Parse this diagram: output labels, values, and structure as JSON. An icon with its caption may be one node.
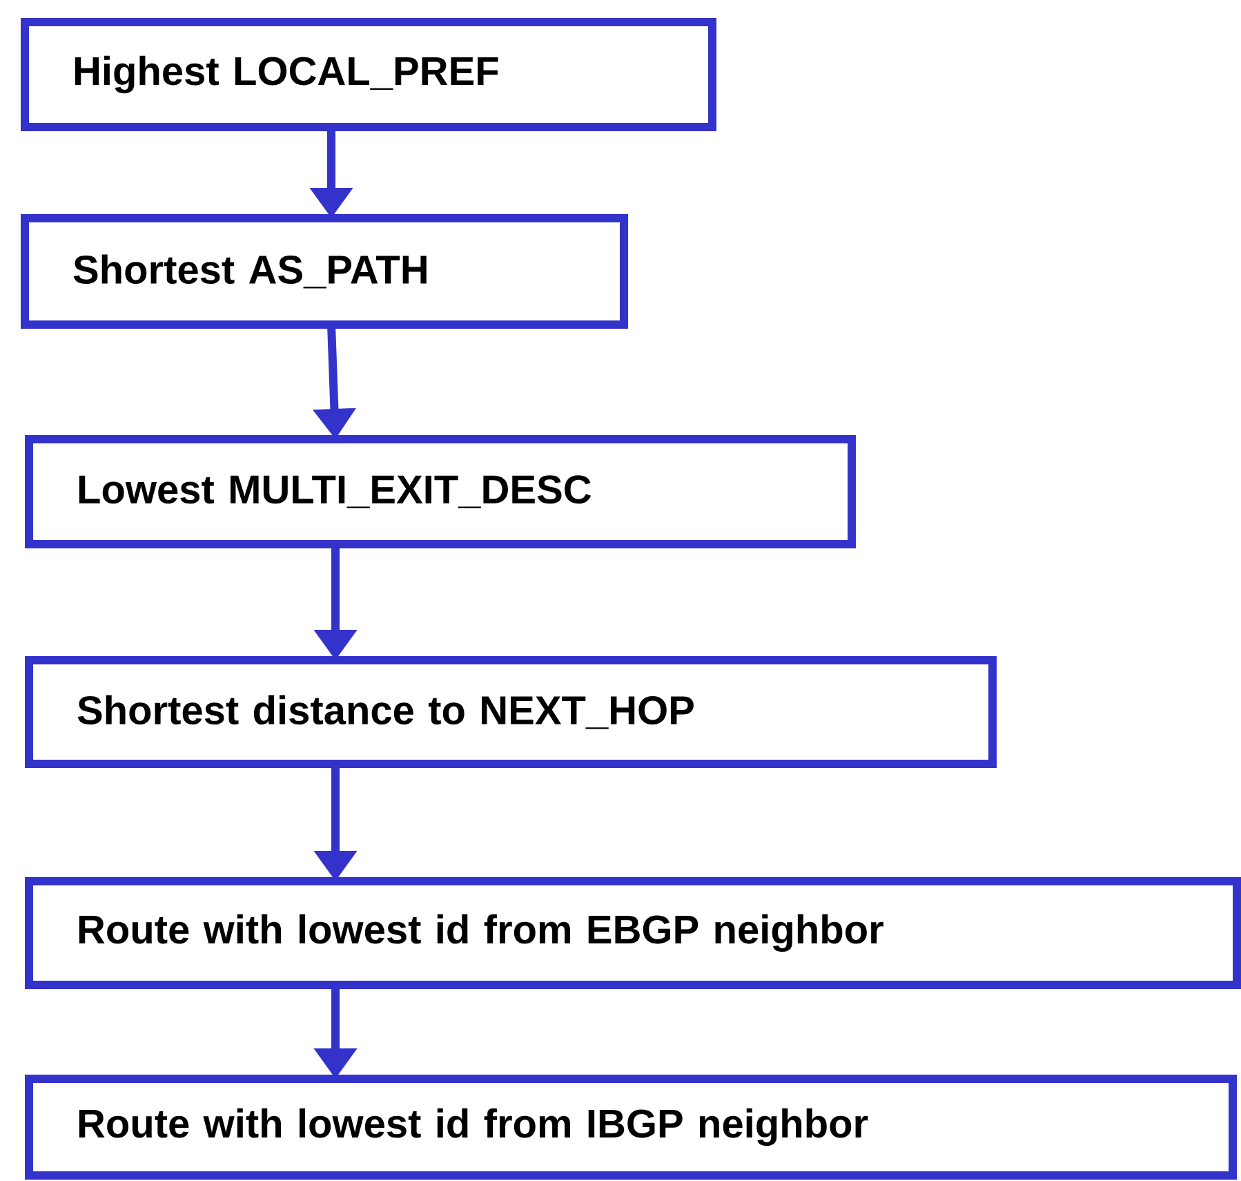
{
  "diagram": {
    "nodes": [
      {
        "text": [
          "Highest LOCAL_PREF"
        ]
      },
      {
        "text": [
          "Shortest AS_PATH"
        ]
      },
      {
        "text": [
          "Lowest MULTI_EXIT_DESC"
        ]
      },
      {
        "text": [
          "Shortest distance to NEXT_HOP"
        ]
      },
      {
        "text": [
          "Route with lowest id from EBGP neighbor"
        ]
      },
      {
        "text": [
          "Route with lowest id from IBGP neighbor"
        ]
      }
    ],
    "edges": [
      {
        "from": 0,
        "to": 1,
        "arrow": "to"
      },
      {
        "from": 1,
        "to": 2,
        "arrow": "to"
      },
      {
        "from": 2,
        "to": 3,
        "arrow": "to"
      },
      {
        "from": 3,
        "to": 4,
        "arrow": "to"
      },
      {
        "from": 4,
        "to": 5,
        "arrow": "to"
      }
    ]
  }
}
